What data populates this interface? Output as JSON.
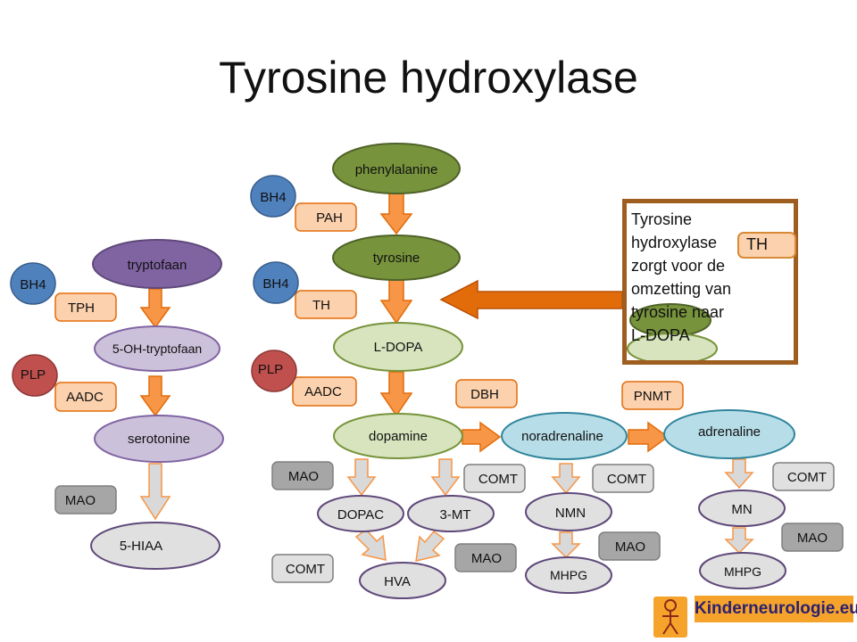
{
  "title": "Tyrosine hydroxylase",
  "colors": {
    "orange_arrow": "#f79646",
    "orange_arrow_stroke": "#e36c0a",
    "gray_arrow": "#d9d9d9",
    "gray_arrow_stroke": "#f79646",
    "blue_cofactor": "#4f81bd",
    "red_cofactor": "#c0504d",
    "enzyme_orange": "#fcd1ad",
    "enzyme_gray": "#a6a6a6",
    "green_node": "#77933c",
    "light_green_node": "#d7e4bd",
    "purple_node": "#8064a2",
    "light_purple_node": "#ccc1da",
    "light_blue_node": "#b7dee8",
    "gray_node": "#e0e0e0",
    "note_border": "#9e5e20",
    "big_arrow": "#e36c0a"
  },
  "nodes": {
    "phenylalanine": "phenylalanine",
    "tyrosine": "tyrosine",
    "ldopa": "L-DOPA",
    "dopamine": "dopamine",
    "noradrenaline": "noradrenaline",
    "adrenaline": "adrenaline",
    "tryptofaan": "tryptofaan",
    "oh_tryptofaan": "5-OH-tryptofaan",
    "serotonine": "serotonine",
    "hiaa": "5-HIAA",
    "dopac": "DOPAC",
    "mt3": "3-MT",
    "hva": "HVA",
    "nmn": "NMN",
    "mhpg1": "MHPG",
    "mn": "MN",
    "mhpg2": "MHPG"
  },
  "cofactors": {
    "bh4_pah": "BH4",
    "bh4_th": "BH4",
    "bh4_tph": "BH4",
    "plp_aadc": "PLP",
    "plp_aadc_left": "PLP"
  },
  "enzymes": {
    "pah": "PAH",
    "th": "TH",
    "aadc": "AADC",
    "tph": "TPH",
    "aadc_left": "AADC",
    "dbh": "DBH",
    "pnmt": "PNMT",
    "mao_left": "MAO",
    "mao_dopac": "MAO",
    "comt_3mt": "COMT",
    "comt_hva": "COMT",
    "mao_hva": "MAO",
    "comt_nmn": "COMT",
    "mao_mhpg1": "MAO",
    "comt_mn": "COMT",
    "mao_mhpg2": "MAO"
  },
  "note": {
    "line1": "Tyrosine",
    "line2": "hydroxylase",
    "th": "TH",
    "line3": "zorgt voor de",
    "line4": "omzetting van",
    "line5": "tyrosine naar",
    "line6": "L-DOPA"
  },
  "logo": {
    "text": "Kinderneurologie.eu"
  }
}
